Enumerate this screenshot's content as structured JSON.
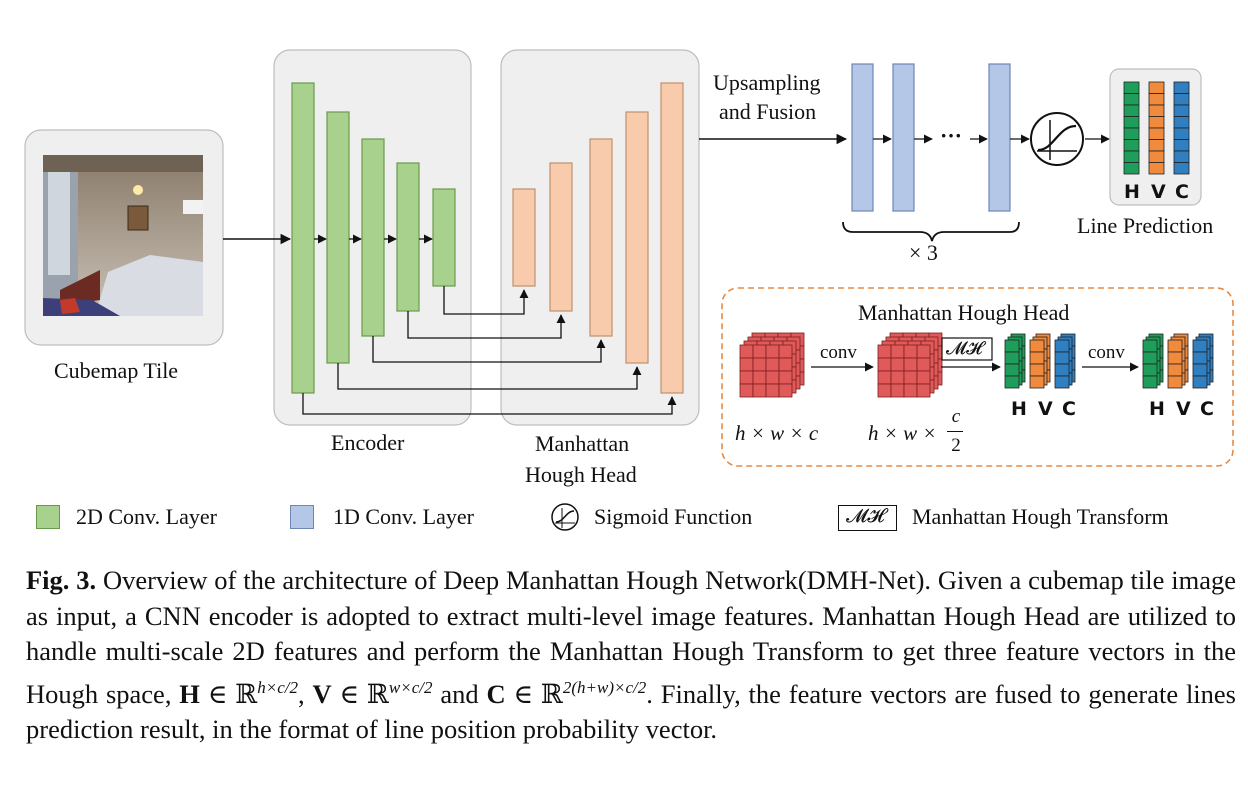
{
  "labels": {
    "cubemap_tile": "Cubemap Tile",
    "encoder": "Encoder",
    "mhh_line1": "Manhattan",
    "mhh_line2": "Hough Head",
    "upsampling_line1": "Upsampling",
    "upsampling_line2": "and Fusion",
    "times3": "× 3",
    "ellipsis": "···",
    "line_prediction": "Line Prediction",
    "inset_title": "Manhattan Hough Head",
    "conv1": "conv",
    "conv2": "conv",
    "mh_op": "𝓜𝓗",
    "dim1": "h × w × c",
    "dim2": "h × w ×",
    "dim2_frac_num": "c",
    "dim2_frac_den": "2",
    "tag_h": "H",
    "tag_v": "V",
    "tag_c": "C"
  },
  "legend": {
    "conv2d": "2D Conv. Layer",
    "conv1d": "1D Conv. Layer",
    "sigmoid": "Sigmoid Function",
    "mh_symbol": "𝓜𝓗",
    "mh": "Manhattan Hough Transform"
  },
  "caption": {
    "fig_label": "Fig. 3.",
    "text_1": " Overview of the architecture of Deep Manhattan Hough Network(DMH-Net). Given a cubemap tile image as input, a CNN encoder is adopted to extract multi-level image features. Manhattan Hough Head are utilized to handle multi-scale 2D features and perform the Manhattan Hough Transform to get three feature vectors in the Hough space, ",
    "h_sym": "H",
    "h_space": " ∈ ℝ",
    "h_exp": "h×c/2",
    "sep1": ", ",
    "v_sym": "V",
    "v_space": " ∈ ℝ",
    "v_exp": "w×c/2",
    "and": " and ",
    "c_sym": "C",
    "c_space": " ∈ ℝ",
    "c_exp": "2(h+w)×c/2",
    "text_2": ". Finally, the feature vectors are fused to generate lines prediction result, in the format of line position probability vector."
  },
  "colors": {
    "conv2d": "#a9d18e",
    "conv2d_stroke": "#6a9a4a",
    "hough": "#f8cbad",
    "hough_stroke": "#c0906c",
    "conv1d": "#b4c7e7",
    "conv1d_stroke": "#6d86b3",
    "panel": "#efefef",
    "inset_border": "#e58a44",
    "vec_green": "#1e9e5a",
    "vec_orange": "#f08a3c",
    "vec_blue": "#2f7fc1",
    "cube_red": "#e05a5a"
  }
}
